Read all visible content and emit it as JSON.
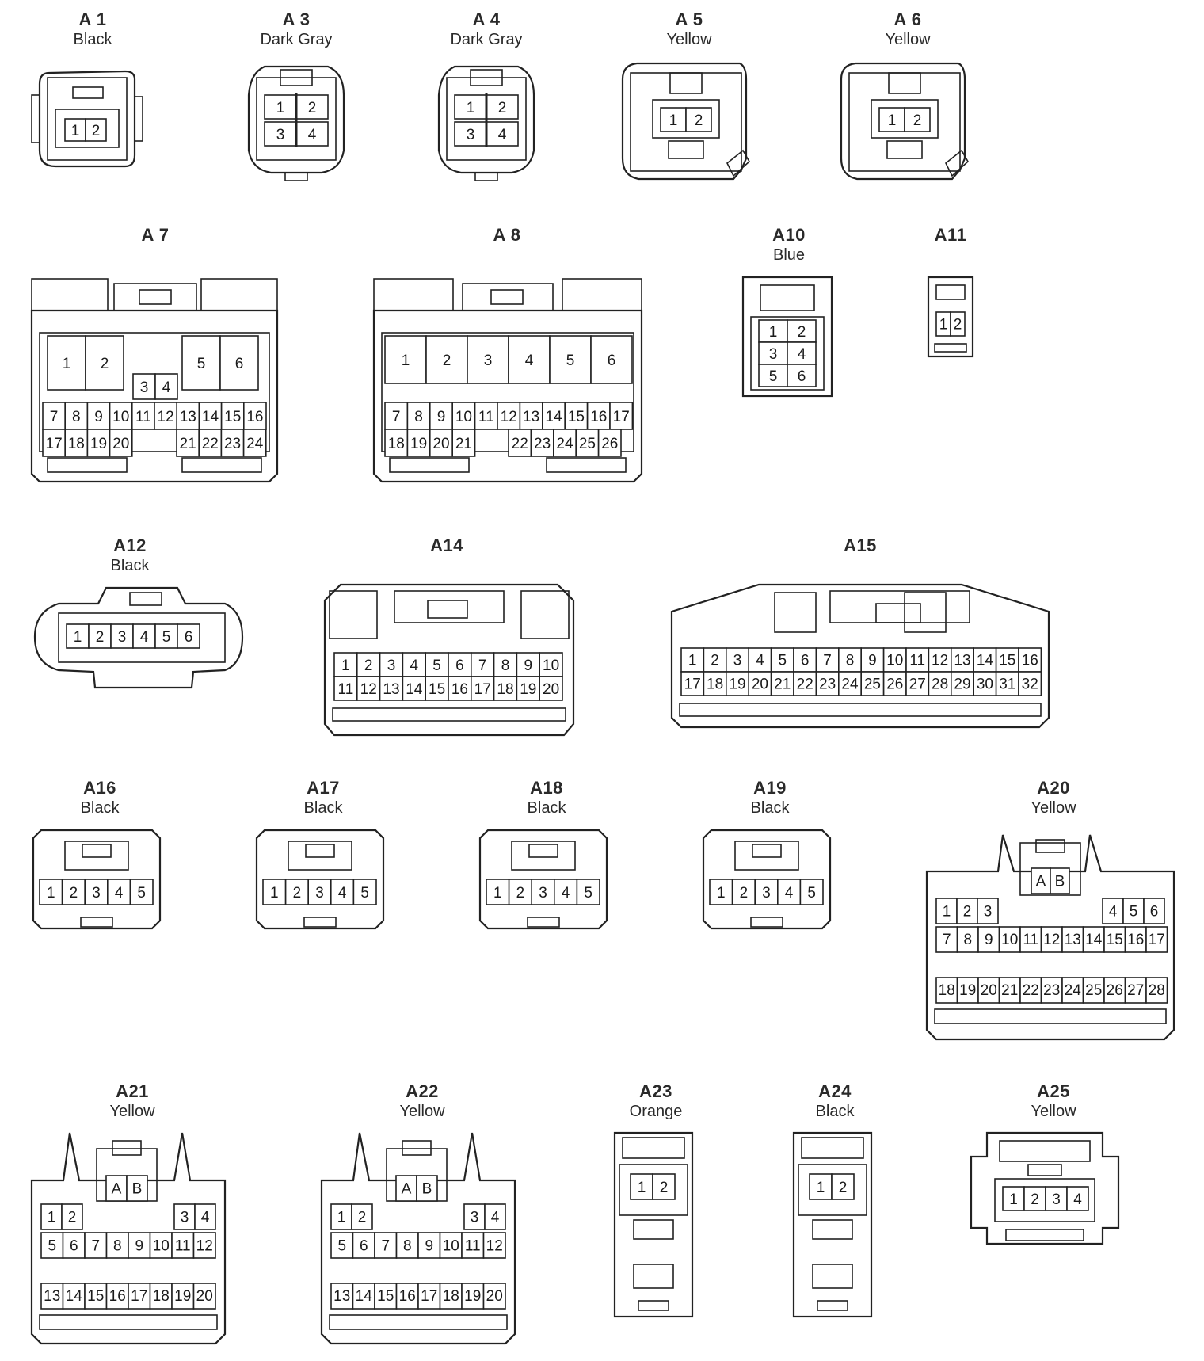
{
  "connectors": [
    {
      "id": "A 1",
      "color": "Black",
      "pins": [
        "1",
        "2"
      ]
    },
    {
      "id": "A 3",
      "color": "Dark Gray",
      "pins": [
        "1",
        "2",
        "3",
        "4"
      ]
    },
    {
      "id": "A 4",
      "color": "Dark Gray",
      "pins": [
        "1",
        "2",
        "3",
        "4"
      ]
    },
    {
      "id": "A 5",
      "color": "Yellow",
      "pins": [
        "1",
        "2"
      ]
    },
    {
      "id": "A 6",
      "color": "Yellow",
      "pins": [
        "1",
        "2"
      ]
    },
    {
      "id": "A 7",
      "color": "",
      "pins": [
        "1",
        "2",
        "3",
        "4",
        "5",
        "6",
        "7",
        "8",
        "9",
        "10",
        "11",
        "12",
        "13",
        "14",
        "15",
        "16",
        "17",
        "18",
        "19",
        "20",
        "21",
        "22",
        "23",
        "24"
      ]
    },
    {
      "id": "A 8",
      "color": "",
      "pins": [
        "1",
        "2",
        "3",
        "4",
        "5",
        "6",
        "7",
        "8",
        "9",
        "10",
        "11",
        "12",
        "13",
        "14",
        "15",
        "16",
        "17",
        "18",
        "19",
        "20",
        "21",
        "22",
        "23",
        "24",
        "25",
        "26"
      ]
    },
    {
      "id": "A10",
      "color": "Blue",
      "pins": [
        "1",
        "2",
        "3",
        "4",
        "5",
        "6"
      ]
    },
    {
      "id": "A11",
      "color": "",
      "pins": [
        "1",
        "2"
      ]
    },
    {
      "id": "A12",
      "color": "Black",
      "pins": [
        "1",
        "2",
        "3",
        "4",
        "5",
        "6"
      ]
    },
    {
      "id": "A14",
      "color": "",
      "pins": [
        "1",
        "2",
        "3",
        "4",
        "5",
        "6",
        "7",
        "8",
        "9",
        "10",
        "11",
        "12",
        "13",
        "14",
        "15",
        "16",
        "17",
        "18",
        "19",
        "20"
      ]
    },
    {
      "id": "A15",
      "color": "",
      "pins": [
        "1",
        "2",
        "3",
        "4",
        "5",
        "6",
        "7",
        "8",
        "9",
        "10",
        "11",
        "12",
        "13",
        "14",
        "15",
        "16",
        "17",
        "18",
        "19",
        "20",
        "21",
        "22",
        "23",
        "24",
        "25",
        "26",
        "27",
        "28",
        "29",
        "30",
        "31",
        "32"
      ]
    },
    {
      "id": "A16",
      "color": "Black",
      "pins": [
        "1",
        "2",
        "3",
        "4",
        "5"
      ]
    },
    {
      "id": "A17",
      "color": "Black",
      "pins": [
        "1",
        "2",
        "3",
        "4",
        "5"
      ]
    },
    {
      "id": "A18",
      "color": "Black",
      "pins": [
        "1",
        "2",
        "3",
        "4",
        "5"
      ]
    },
    {
      "id": "A19",
      "color": "Black",
      "pins": [
        "1",
        "2",
        "3",
        "4",
        "5"
      ]
    },
    {
      "id": "A20",
      "color": "Yellow",
      "pins": [
        "A",
        "B",
        "1",
        "2",
        "3",
        "4",
        "5",
        "6",
        "7",
        "8",
        "9",
        "10",
        "11",
        "12",
        "13",
        "14",
        "15",
        "16",
        "17",
        "18",
        "19",
        "20",
        "21",
        "22",
        "23",
        "24",
        "25",
        "26",
        "27",
        "28"
      ]
    },
    {
      "id": "A21",
      "color": "Yellow",
      "pins": [
        "A",
        "B",
        "1",
        "2",
        "3",
        "4",
        "5",
        "6",
        "7",
        "8",
        "9",
        "10",
        "11",
        "12",
        "13",
        "14",
        "15",
        "16",
        "17",
        "18",
        "19",
        "20"
      ]
    },
    {
      "id": "A22",
      "color": "Yellow",
      "pins": [
        "A",
        "B",
        "1",
        "2",
        "3",
        "4",
        "5",
        "6",
        "7",
        "8",
        "9",
        "10",
        "11",
        "12",
        "13",
        "14",
        "15",
        "16",
        "17",
        "18",
        "19",
        "20"
      ]
    },
    {
      "id": "A23",
      "color": "Orange",
      "pins": [
        "1",
        "2"
      ]
    },
    {
      "id": "A24",
      "color": "Black",
      "pins": [
        "1",
        "2"
      ]
    },
    {
      "id": "A25",
      "color": "Yellow",
      "pins": [
        "1",
        "2",
        "3",
        "4"
      ]
    }
  ]
}
